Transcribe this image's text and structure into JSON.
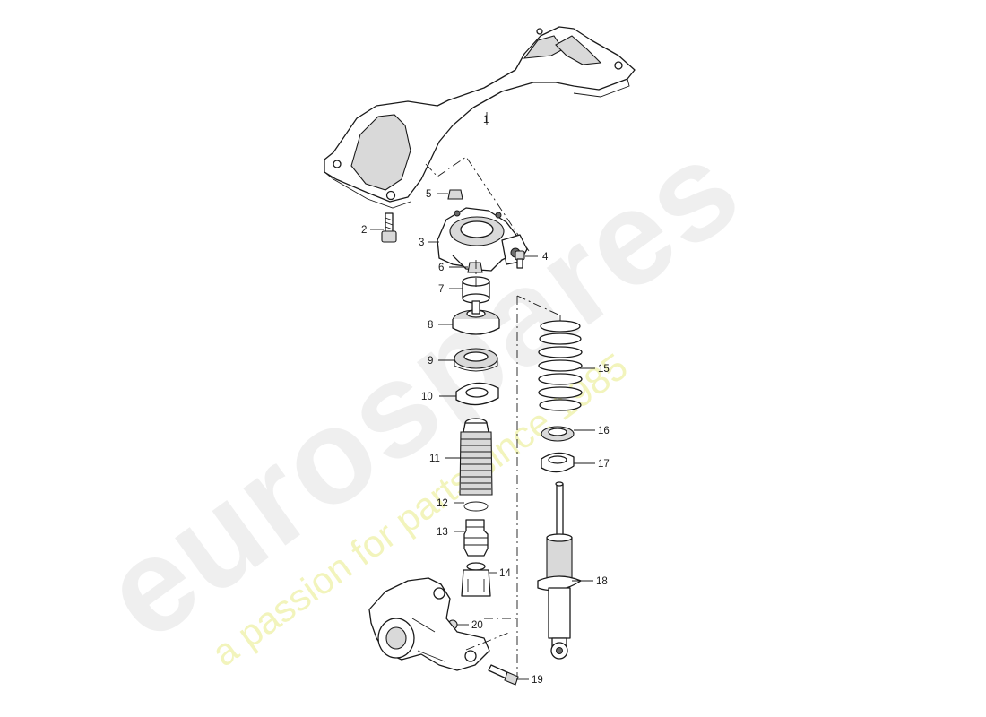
{
  "watermark": {
    "brand": "eurospares",
    "tagline": "a passion for parts since 1985"
  },
  "callouts": [
    "1",
    "2",
    "3",
    "4",
    "5",
    "6",
    "7",
    "8",
    "9",
    "10",
    "11",
    "12",
    "13",
    "14",
    "15",
    "16",
    "17",
    "18",
    "19",
    "20"
  ]
}
